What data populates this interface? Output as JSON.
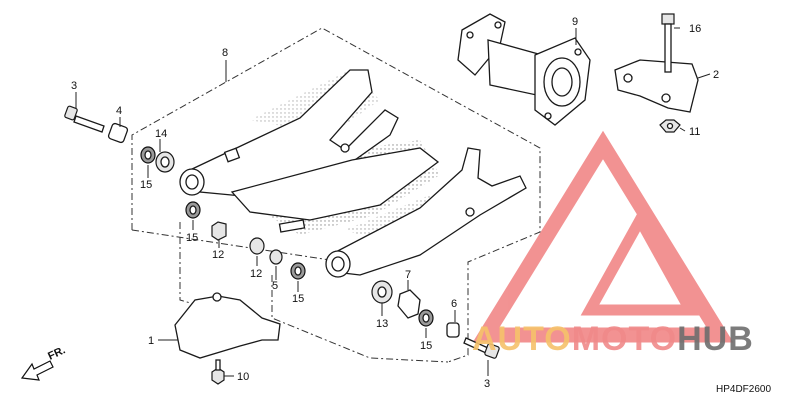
{
  "callouts": {
    "c1": "1",
    "c2": "2",
    "c3a": "3",
    "c3b": "3",
    "c4": "4",
    "c5": "5",
    "c6": "6",
    "c7": "7",
    "c8": "8",
    "c9": "9",
    "c10": "10",
    "c11": "11",
    "c12a": "12",
    "c12b": "12",
    "c13": "13",
    "c14": "14",
    "c15a": "15",
    "c15b": "15",
    "c15c": "15",
    "c15d": "15",
    "c16": "16"
  },
  "direction_label": "FR.",
  "diagram_code": "HP4DF2600",
  "watermark": {
    "word_part1": "AUTO",
    "word_part2": "MOTO",
    "word_part3": "HUB",
    "color_part1": "#f6c26b",
    "color_part2": "#f08a8a",
    "color_part3": "#6e6e6e",
    "triangle_color": "#f08080"
  },
  "colors": {
    "line": "#222222",
    "dotted_fill": "#8a8a8a"
  }
}
